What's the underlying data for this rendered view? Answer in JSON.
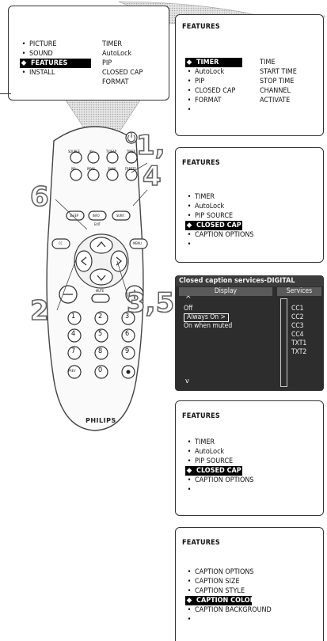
{
  "main_menu": {
    "left_items": [
      {
        "label": "PICTURE",
        "bullet": "•",
        "selected": false
      },
      {
        "label": "SOUND",
        "bullet": "•",
        "selected": false
      },
      {
        "label": "FEATURES",
        "bullet": "⬥",
        "selected": true
      },
      {
        "label": "INSTALL",
        "bullet": "•",
        "selected": false
      }
    ],
    "right_items": [
      "TIMER",
      "AutoLock",
      "PIP",
      "CLOSED CAP",
      "FORMAT"
    ]
  },
  "box_timer": {
    "title": "FEATURES",
    "items": [
      {
        "label": "TIMER",
        "bullet": "⬥",
        "selected": true
      },
      {
        "label": "AutoLock",
        "bullet": "•",
        "selected": false
      },
      {
        "label": "PIP",
        "bullet": "•",
        "selected": false
      },
      {
        "label": "CLOSED CAP",
        "bullet": "•",
        "selected": false
      },
      {
        "label": "FORMAT",
        "bullet": "•",
        "selected": false
      },
      {
        "label": "",
        "bullet": "•",
        "selected": false
      }
    ],
    "right_items": [
      "TIME",
      "START TIME",
      "STOP TIME",
      "CHANNEL",
      "ACTIVATE"
    ]
  },
  "box_cc1": {
    "title": "FEATURES",
    "items": [
      {
        "label": "TIMER",
        "bullet": "•",
        "selected": false
      },
      {
        "label": "AutoLock",
        "bullet": "•",
        "selected": false
      },
      {
        "label": "PIP SOURCE",
        "bullet": "•",
        "selected": false
      },
      {
        "label": "CLOSED CAP",
        "bullet": "⬥",
        "selected": true
      },
      {
        "label": "CAPTION OPTIONS",
        "bullet": "•",
        "selected": false
      },
      {
        "label": "",
        "bullet": "•",
        "selected": false
      }
    ]
  },
  "dark_screen": {
    "title": "Closed caption services-DIGITAL",
    "col_display": "Display",
    "col_services": "Services",
    "up_arrow": "^",
    "down_arrow": "v",
    "display_items": [
      "Off",
      "Always On >",
      "On when muted"
    ],
    "services": [
      "CC1",
      "CC2",
      "CC3",
      "CC4",
      "TXT1",
      "TXT2"
    ]
  },
  "box_cc2": {
    "title": "FEATURES",
    "items": [
      {
        "label": "TIMER",
        "bullet": "•",
        "selected": false
      },
      {
        "label": "AutoLock",
        "bullet": "•",
        "selected": false
      },
      {
        "label": "PIP SOURCE",
        "bullet": "•",
        "selected": false
      },
      {
        "label": "CLOSED CAP",
        "bullet": "⬥",
        "selected": true
      },
      {
        "label": "CAPTION OPTIONS",
        "bullet": "•",
        "selected": false
      },
      {
        "label": "",
        "bullet": "•",
        "selected": false
      }
    ]
  },
  "box_caption": {
    "title": "FEATURES",
    "items": [
      {
        "label": "CAPTION OPTIONS",
        "bullet": "•",
        "selected": false
      },
      {
        "label": "CAPTION SIZE",
        "bullet": "•",
        "selected": false
      },
      {
        "label": "CAPTION STYLE",
        "bullet": "•",
        "selected": false
      },
      {
        "label": "CAPTION COLOR",
        "bullet": "⬥",
        "selected": true
      },
      {
        "label": "CAPTION BACKGROUND",
        "bullet": "•",
        "selected": false
      },
      {
        "label": "",
        "bullet": "•",
        "selected": false
      }
    ]
  },
  "callouts": {
    "step_1": "1,",
    "step_4": "4",
    "step_6": "6",
    "step_2": "2",
    "step_3_5": "3,5"
  },
  "remote": {
    "brand": "PHILIPS",
    "power_icon": "power-icon",
    "top_row_labels": [
      "SOURCE",
      "AV",
      "TV/SAP",
      "TIMER"
    ],
    "second_row_labels": [
      "PIP",
      "PIPAS",
      "SWAP",
      "FREEZE"
    ],
    "third_row_labels": [
      "SLEEP",
      "INFO",
      "SURR"
    ],
    "info_sub": "EXIT",
    "nav_left_label": "CC",
    "nav_right_label": "MENU",
    "mute_label": "MUTE",
    "ch_label": "CH",
    "keypad": [
      "1",
      "2",
      "3",
      "4",
      "5",
      "6",
      "7",
      "8",
      "9",
      "",
      "0",
      ""
    ],
    "prev_label": "PREV"
  },
  "colors": {
    "selected_bg": "#000000",
    "dark_screen_bg": "#2d2d2d",
    "beam": "#c9c9c9"
  }
}
